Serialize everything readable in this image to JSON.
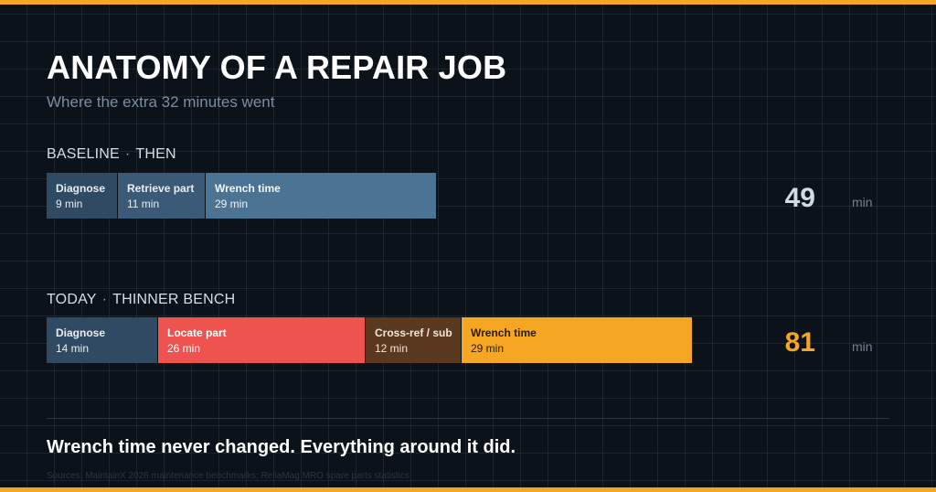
{
  "header": {
    "title": "ANATOMY OF A REPAIR JOB",
    "subtitle": "Where the extra 32 minutes went"
  },
  "chart_data": {
    "type": "bar",
    "orientation": "horizontal-stacked",
    "unit_label": "min",
    "scale_max": 81,
    "rows": [
      {
        "key": "baseline",
        "label_left": "BASELINE",
        "label_right": "THEN",
        "total": 49,
        "total_color": "#cfdbe6",
        "segments": [
          {
            "name": "Diagnose",
            "value": 9,
            "value_label": "9 min",
            "color": "#2f4a62",
            "text_color": "#e8eef3"
          },
          {
            "name": "Retrieve part",
            "value": 11,
            "value_label": "11 min",
            "color": "#3a5a77",
            "text_color": "#e8eef3"
          },
          {
            "name": "Wrench time",
            "value": 29,
            "value_label": "29 min",
            "color": "#4a7394",
            "text_color": "#f1f5f8"
          }
        ]
      },
      {
        "key": "today",
        "label_left": "TODAY",
        "label_right": "THINNER BENCH",
        "total": 81,
        "total_color": "#f5a623",
        "segments": [
          {
            "name": "Diagnose",
            "value": 14,
            "value_label": "14 min",
            "color": "#2f4a62",
            "text_color": "#e8eef3"
          },
          {
            "name": "Locate part",
            "value": 26,
            "value_label": "26 min",
            "color": "#ef5350",
            "text_color": "#ffffff"
          },
          {
            "name": "Cross-ref / sub",
            "value": 12,
            "value_label": "12 min",
            "color": "#5b3820",
            "text_color": "#f3e6da"
          },
          {
            "name": "Wrench time",
            "value": 29,
            "value_label": "29 min",
            "color": "#f5a623",
            "text_color": "#2a1c05"
          }
        ]
      }
    ]
  },
  "footer": {
    "takeaway": "Wrench time never changed. Everything around it did.",
    "sources": "Sources: MaintainX 2026 maintenance benchmarks; ReliaMag MRO spare parts statistics"
  },
  "colors": {
    "background": "#0b121a",
    "accent": "#f5a623",
    "grid": "#2b3a48"
  }
}
